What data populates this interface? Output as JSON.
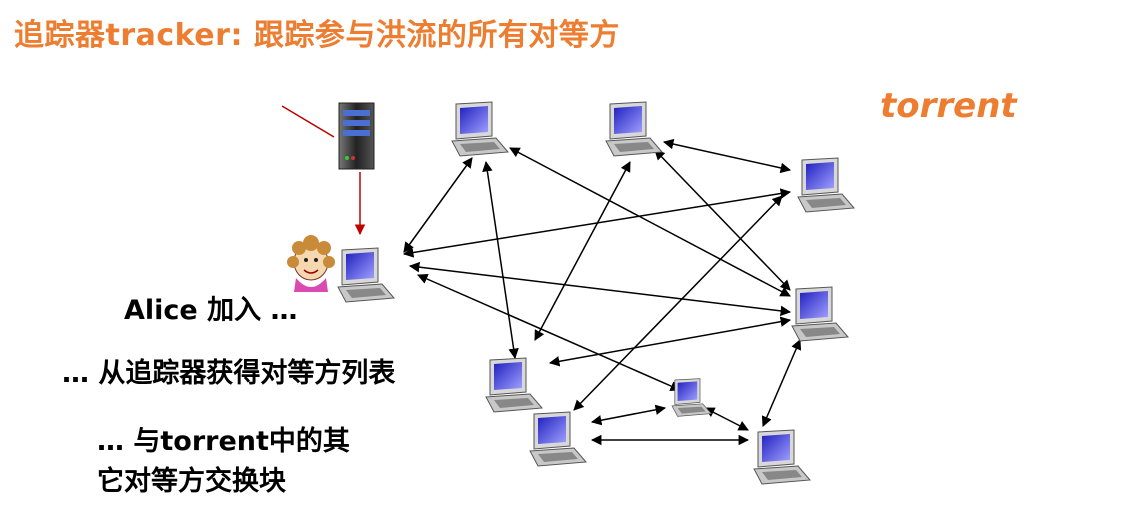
{
  "title": "追踪器tracker: 跟踪参与洪流的所有对等方",
  "torrent_label": "torrent",
  "captions": {
    "join": "Alice 加入 …",
    "get_list": "… 从追踪器获得对等方列表",
    "exchange_line1": "… 与torrent中的其",
    "exchange_line2": "它对等方交换块"
  },
  "colors": {
    "title": "#ED7D31",
    "arrow": "#000000",
    "tracker_arrow": "#C00000"
  },
  "icons": {
    "tracker": "server-icon",
    "peer": "laptop-icon",
    "alice": "person-icon"
  }
}
